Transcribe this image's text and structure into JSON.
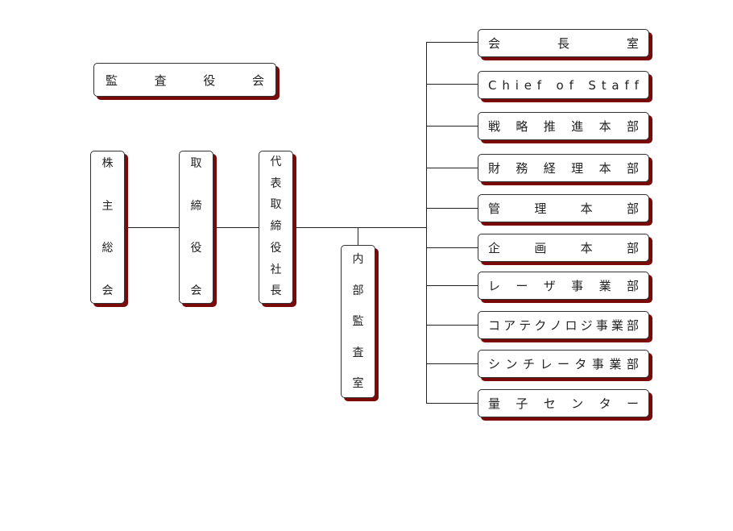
{
  "audit_board": "監査役会",
  "shareholders_meeting": "株主総会",
  "board_of_directors": "取締役会",
  "president": "代表取締役社長",
  "internal_audit": "内部監査室",
  "departments": [
    "会長室",
    "Chief of Staff",
    "戦略推進本部",
    "財務経理本部",
    "管理本部",
    "企画本部",
    "レーザ事業部",
    "コアテクノロジ事業部",
    "シンチレータ事業部",
    "量子センター"
  ]
}
